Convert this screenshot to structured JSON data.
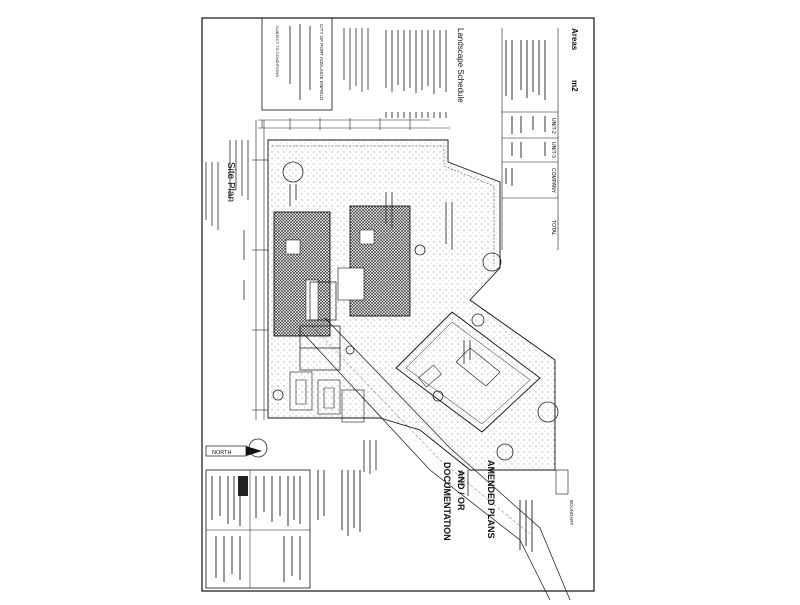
{
  "areas": {
    "title": "Areas",
    "unit": "m2",
    "columns": [
      "UNIT-2",
      "UNIT-3",
      "COMPANY",
      "TOTAL"
    ]
  },
  "landscape": {
    "title": "Landscape Schedule"
  },
  "council": {
    "lines": [
      "CITY OF PORT ADELAIDE ENFIELD",
      "SUBJECT TO CONDITIONS"
    ]
  },
  "site_plan": {
    "title": "Site Plan"
  },
  "north": {
    "label": "NORTH"
  },
  "stamp": {
    "line1": "AMENDED PLANS",
    "line2": "AND / OR",
    "line3": "DOCUMENTATION"
  },
  "labels": {
    "boundary": "BOUNDARY"
  },
  "colors": {
    "ink": "#111111",
    "paper": "#ffffff",
    "hatch": "#222222"
  }
}
